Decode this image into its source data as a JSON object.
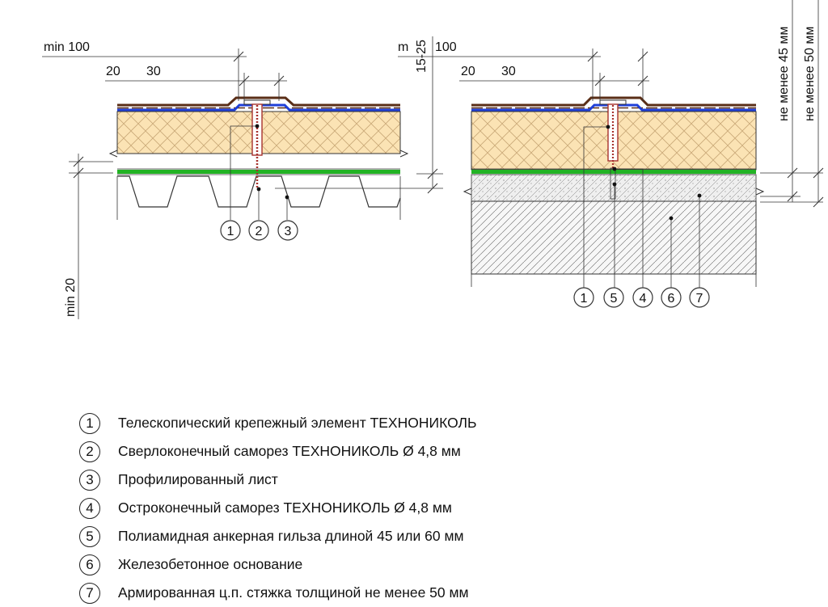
{
  "dims": {
    "left": {
      "min_total": "min 100",
      "a": "20",
      "b": "30",
      "thickness": "15-25",
      "min_bottom": "min 20"
    },
    "right": {
      "min_total": "m",
      "total_tail": "100",
      "a": "20",
      "b": "30",
      "depth_45": "не менее 45 мм",
      "depth_50": "не менее 50 мм"
    }
  },
  "callouts_left": [
    "1",
    "2",
    "3"
  ],
  "callouts_right": [
    "1",
    "5",
    "4",
    "6",
    "7"
  ],
  "legend": [
    {
      "num": "1",
      "text": "Телескопический крепежный элемент ТЕХНОНИКОЛЬ"
    },
    {
      "num": "2",
      "text": "Сверлоконечный саморез ТЕХНОНИКОЛЬ Ø 4,8 мм"
    },
    {
      "num": "3",
      "text": "Профилированный лист"
    },
    {
      "num": "4",
      "text": "Остроконечный саморез ТЕХНОНИКОЛЬ Ø 4,8 мм"
    },
    {
      "num": "5",
      "text": "Полиамидная анкерная гильза длиной 45 или 60 мм"
    },
    {
      "num": "6",
      "text": "Железобетонное основание"
    },
    {
      "num": "7",
      "text": "Армированная ц.п. стяжка толщиной не менее 50 мм"
    }
  ],
  "colors": {
    "insulation": "#fbe3b4",
    "hatch": "#c9a877",
    "membrane": "#5a2e17",
    "blue_layer": "#1f3fd8",
    "vapor_barrier": "#22b324",
    "fastener": "#a7322e"
  }
}
